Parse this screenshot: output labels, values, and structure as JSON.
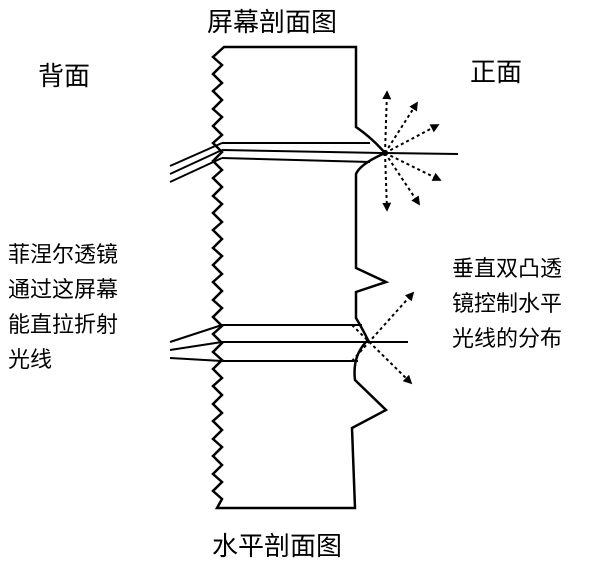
{
  "labels": {
    "top_title": "屏幕剖面图",
    "bottom_title": "水平剖面图",
    "back": "背面",
    "front": "正面"
  },
  "notes": {
    "left": [
      "菲涅尔透镜",
      "通过这屏幕",
      "能直拉折射",
      "光线"
    ],
    "right": [
      "垂直双凸透",
      "镜控制水平",
      "光线的分布"
    ]
  },
  "colors": {
    "line": "#000000",
    "background": "#ffffff"
  }
}
